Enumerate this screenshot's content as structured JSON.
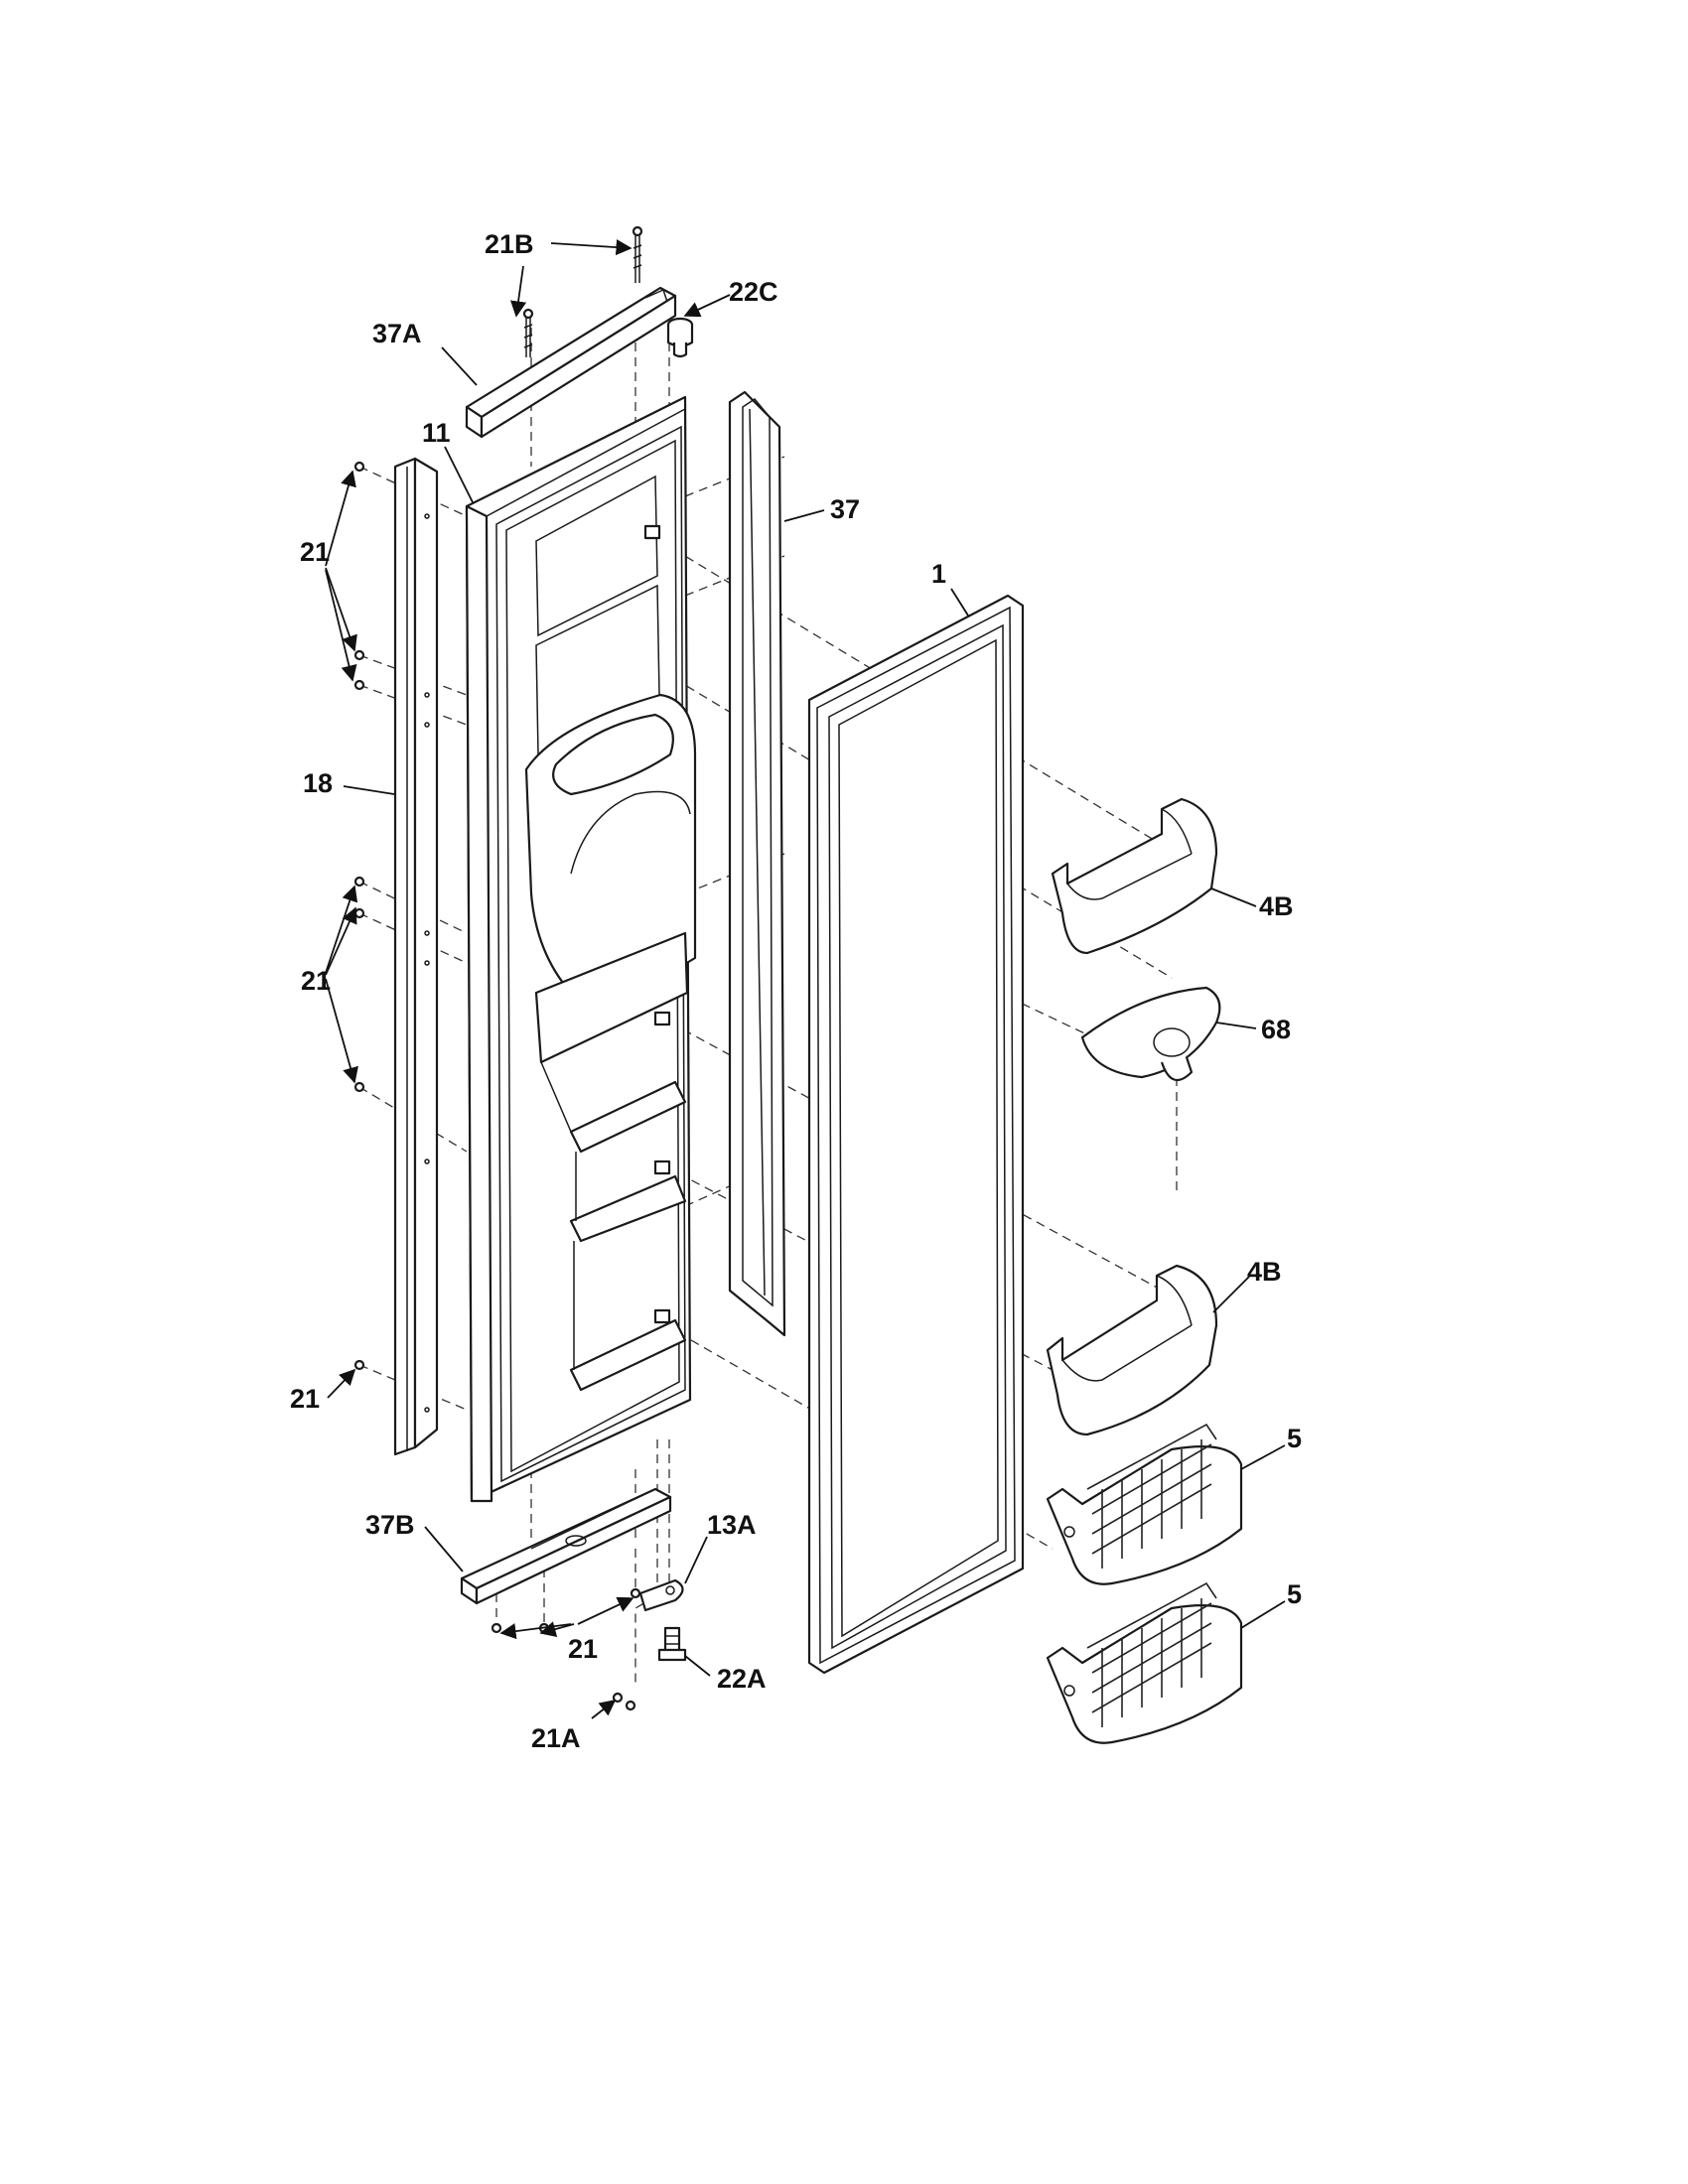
{
  "diagram": {
    "callouts": {
      "c21B": "21B",
      "c22C": "22C",
      "c37A": "37A",
      "c11": "11",
      "c37": "37",
      "c21_top": "21",
      "c1": "1",
      "c18": "18",
      "c4B_top": "4B",
      "c21_mid": "21",
      "c68": "68",
      "c4B_bottom": "4B",
      "c21_low": "21",
      "c5_top": "5",
      "c37B": "37B",
      "c13A": "13A",
      "c5_bottom": "5",
      "c21_bracket": "21",
      "c22A": "22A",
      "c21A": "21A"
    }
  }
}
